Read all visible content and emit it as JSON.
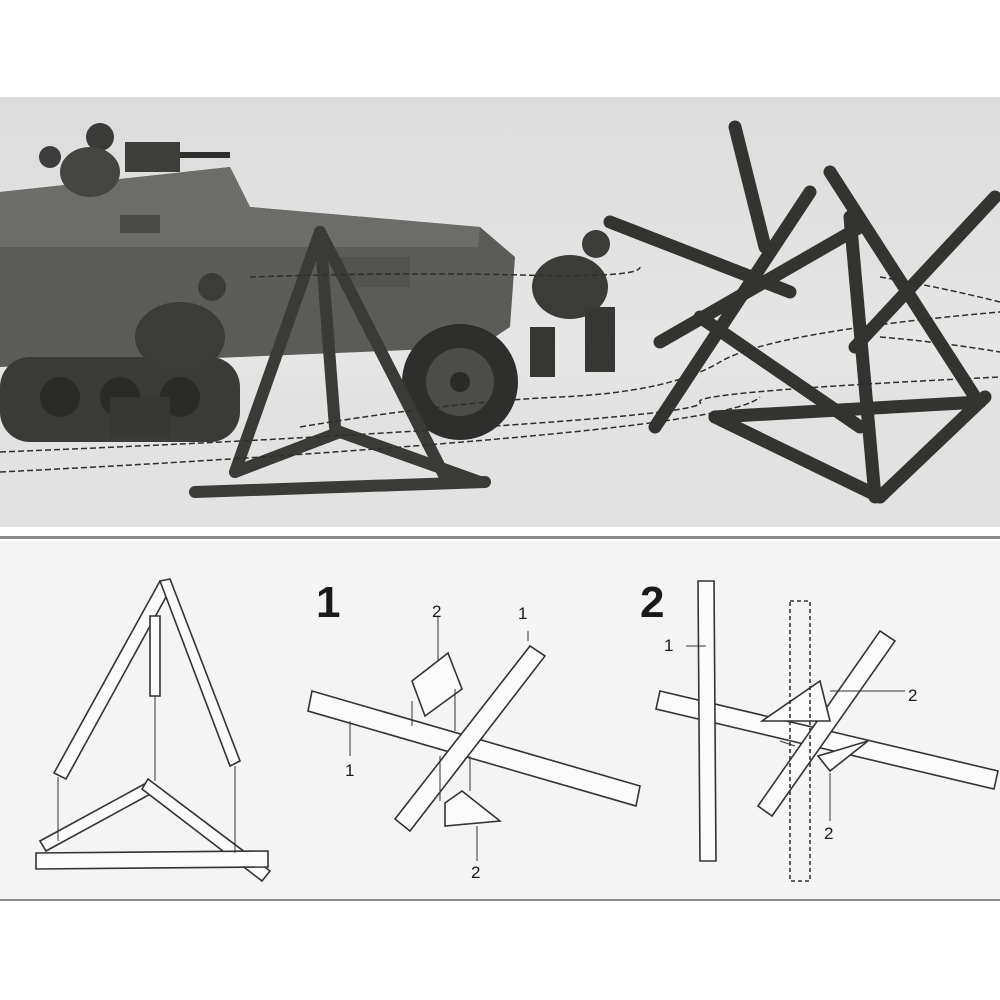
{
  "steps": [
    {
      "number": "1",
      "callouts": {
        "part_1_a": "1",
        "part_1_b": "1",
        "part_2_a": "2",
        "part_2_b": "2"
      }
    },
    {
      "number": "2",
      "callouts": {
        "part_1": "1",
        "part_2_a": "2",
        "part_2_b": "2"
      }
    }
  ],
  "colors": {
    "photo_bg": "#dcdcdc",
    "vehicle": "#4a4a48",
    "wood": "#3a3a36",
    "line_art": "#333333",
    "panel_bg": "#f4f4f4"
  }
}
